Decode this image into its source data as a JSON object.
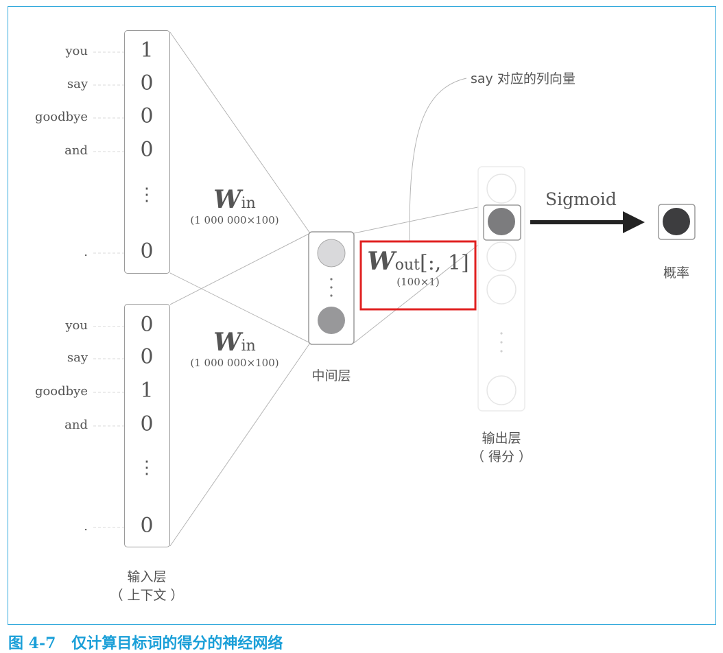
{
  "input_top": {
    "rows": [
      {
        "word": "you",
        "value": "1"
      },
      {
        "word": "say",
        "value": "0"
      },
      {
        "word": "goodbye",
        "value": "0"
      },
      {
        "word": "and",
        "value": "0"
      },
      {
        "word": ".",
        "value": "0"
      }
    ]
  },
  "input_bottom": {
    "rows": [
      {
        "word": "you",
        "value": "0"
      },
      {
        "word": "say",
        "value": "0"
      },
      {
        "word": "goodbye",
        "value": "1"
      },
      {
        "word": "and",
        "value": "0"
      },
      {
        "word": ".",
        "value": "0"
      }
    ]
  },
  "vdots": "⋮",
  "w_in": {
    "symbol": "W",
    "subscript": "in",
    "dims": "(1 000 000×100)"
  },
  "w_out": {
    "symbol": "W",
    "subscript": "out",
    "index": "[:, 1]",
    "dims": "(100×1)"
  },
  "labels": {
    "input_layer_line1": "输入层",
    "input_layer_line2": "（ 上下文 ）",
    "hidden_layer": "中间层",
    "output_layer_line1": "输出层",
    "output_layer_line2": "（ 得分 ）",
    "probability": "概率",
    "say_column": "say 对应的列向量",
    "sigmoid": "Sigmoid"
  },
  "caption": {
    "figure_no": "图 4-7",
    "text": "仅计算目标词的得分的神经网络"
  },
  "colors": {
    "frame": "#33a9dc",
    "highlight": "#e02020",
    "caption": "#1a9fd8",
    "arrow": "#222222"
  }
}
